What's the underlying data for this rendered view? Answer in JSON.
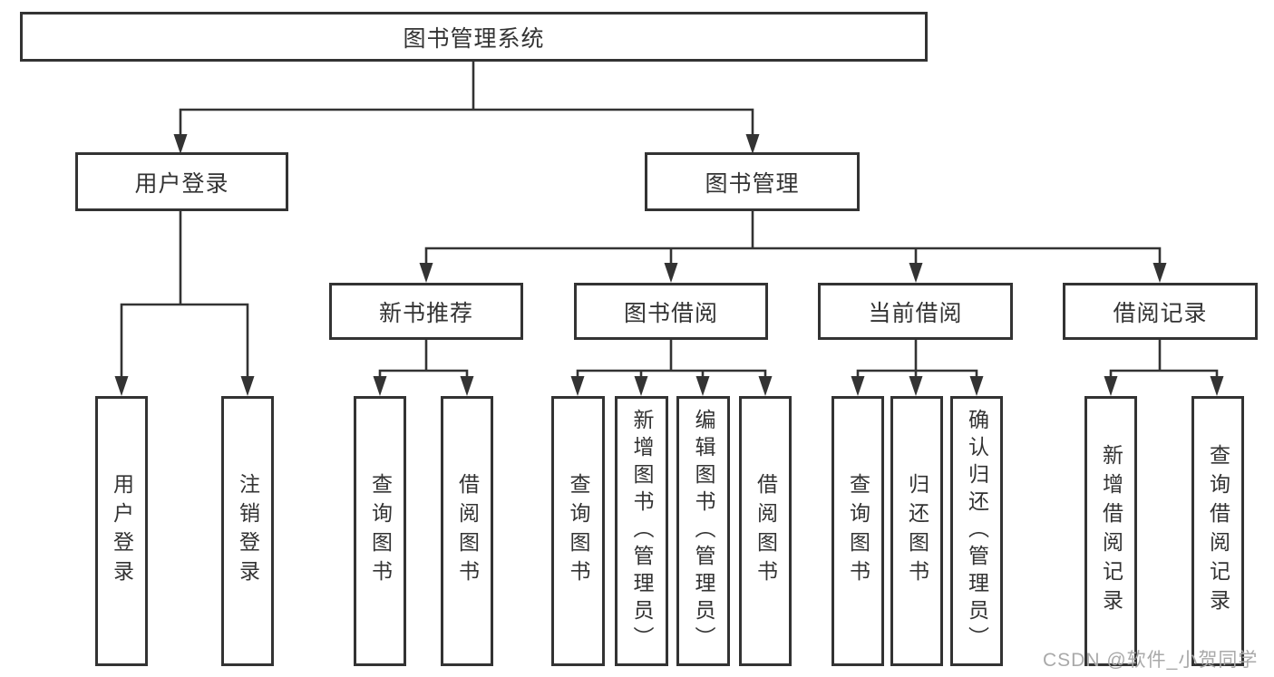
{
  "diagram": {
    "root": {
      "label": "图书管理系统"
    },
    "level2": {
      "user_login": {
        "label": "用户登录"
      },
      "book_management": {
        "label": "图书管理"
      }
    },
    "level3": {
      "new_book_recommend": {
        "label": "新书推荐"
      },
      "book_borrowing": {
        "label": "图书借阅"
      },
      "current_borrowing": {
        "label": "当前借阅"
      },
      "borrow_records": {
        "label": "借阅记录"
      }
    },
    "level4": {
      "login": {
        "label": "用户登录"
      },
      "logout": {
        "label": "注销登录"
      },
      "recommend_query_books": {
        "label": "查询图书"
      },
      "recommend_borrow_books": {
        "label": "借阅图书"
      },
      "borrowing_query_books": {
        "label": "查询图书"
      },
      "borrowing_add_books_admin": {
        "label": "新增图书（管理员）"
      },
      "borrowing_edit_books_admin": {
        "label": "编辑图书（管理员）"
      },
      "borrowing_borrow_books": {
        "label": "借阅图书"
      },
      "current_query_books": {
        "label": "查询图书"
      },
      "current_return_books": {
        "label": "归还图书"
      },
      "current_confirm_return_admin": {
        "label": "确认归还（管理员）"
      },
      "records_add_record": {
        "label": "新增借阅记录"
      },
      "records_query_record": {
        "label": "查询借阅记录"
      }
    }
  },
  "watermark": {
    "text": "CSDN @软件_小贺同学"
  },
  "colors": {
    "line": "#333333",
    "text": "#333333",
    "node_background": "#ffffff",
    "page_background": "#ffffff",
    "watermark": "#a9a9a9"
  }
}
